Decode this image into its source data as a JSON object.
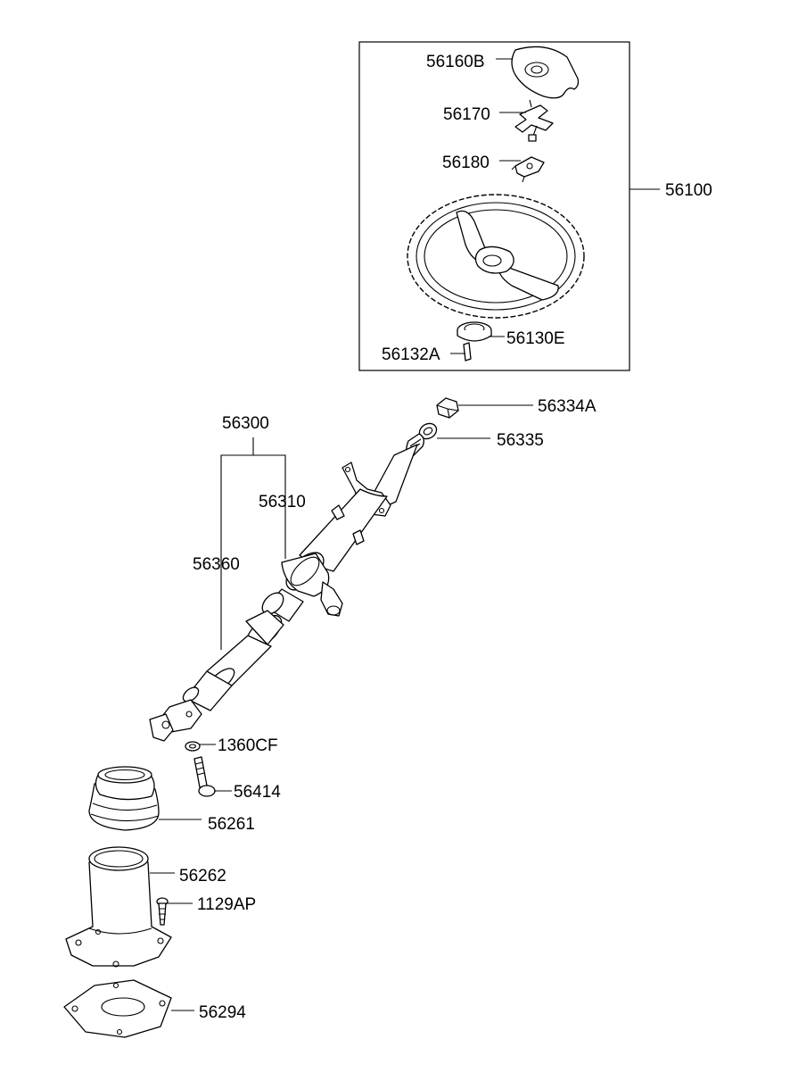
{
  "parts": [
    {
      "id": "p56160B",
      "number": "56160B"
    },
    {
      "id": "p56170",
      "number": "56170"
    },
    {
      "id": "p56180",
      "number": "56180"
    },
    {
      "id": "p56100",
      "number": "56100"
    },
    {
      "id": "p56130E",
      "number": "56130E"
    },
    {
      "id": "p56132A",
      "number": "56132A"
    },
    {
      "id": "p56334A",
      "number": "56334A"
    },
    {
      "id": "p56335",
      "number": "56335"
    },
    {
      "id": "p56300",
      "number": "56300"
    },
    {
      "id": "p56310",
      "number": "56310"
    },
    {
      "id": "p56360",
      "number": "56360"
    },
    {
      "id": "p1360CF",
      "number": "1360CF"
    },
    {
      "id": "p56414",
      "number": "56414"
    },
    {
      "id": "p56261",
      "number": "56261"
    },
    {
      "id": "p56262",
      "number": "56262"
    },
    {
      "id": "p1129AP",
      "number": "1129AP"
    },
    {
      "id": "p56294",
      "number": "56294"
    }
  ]
}
